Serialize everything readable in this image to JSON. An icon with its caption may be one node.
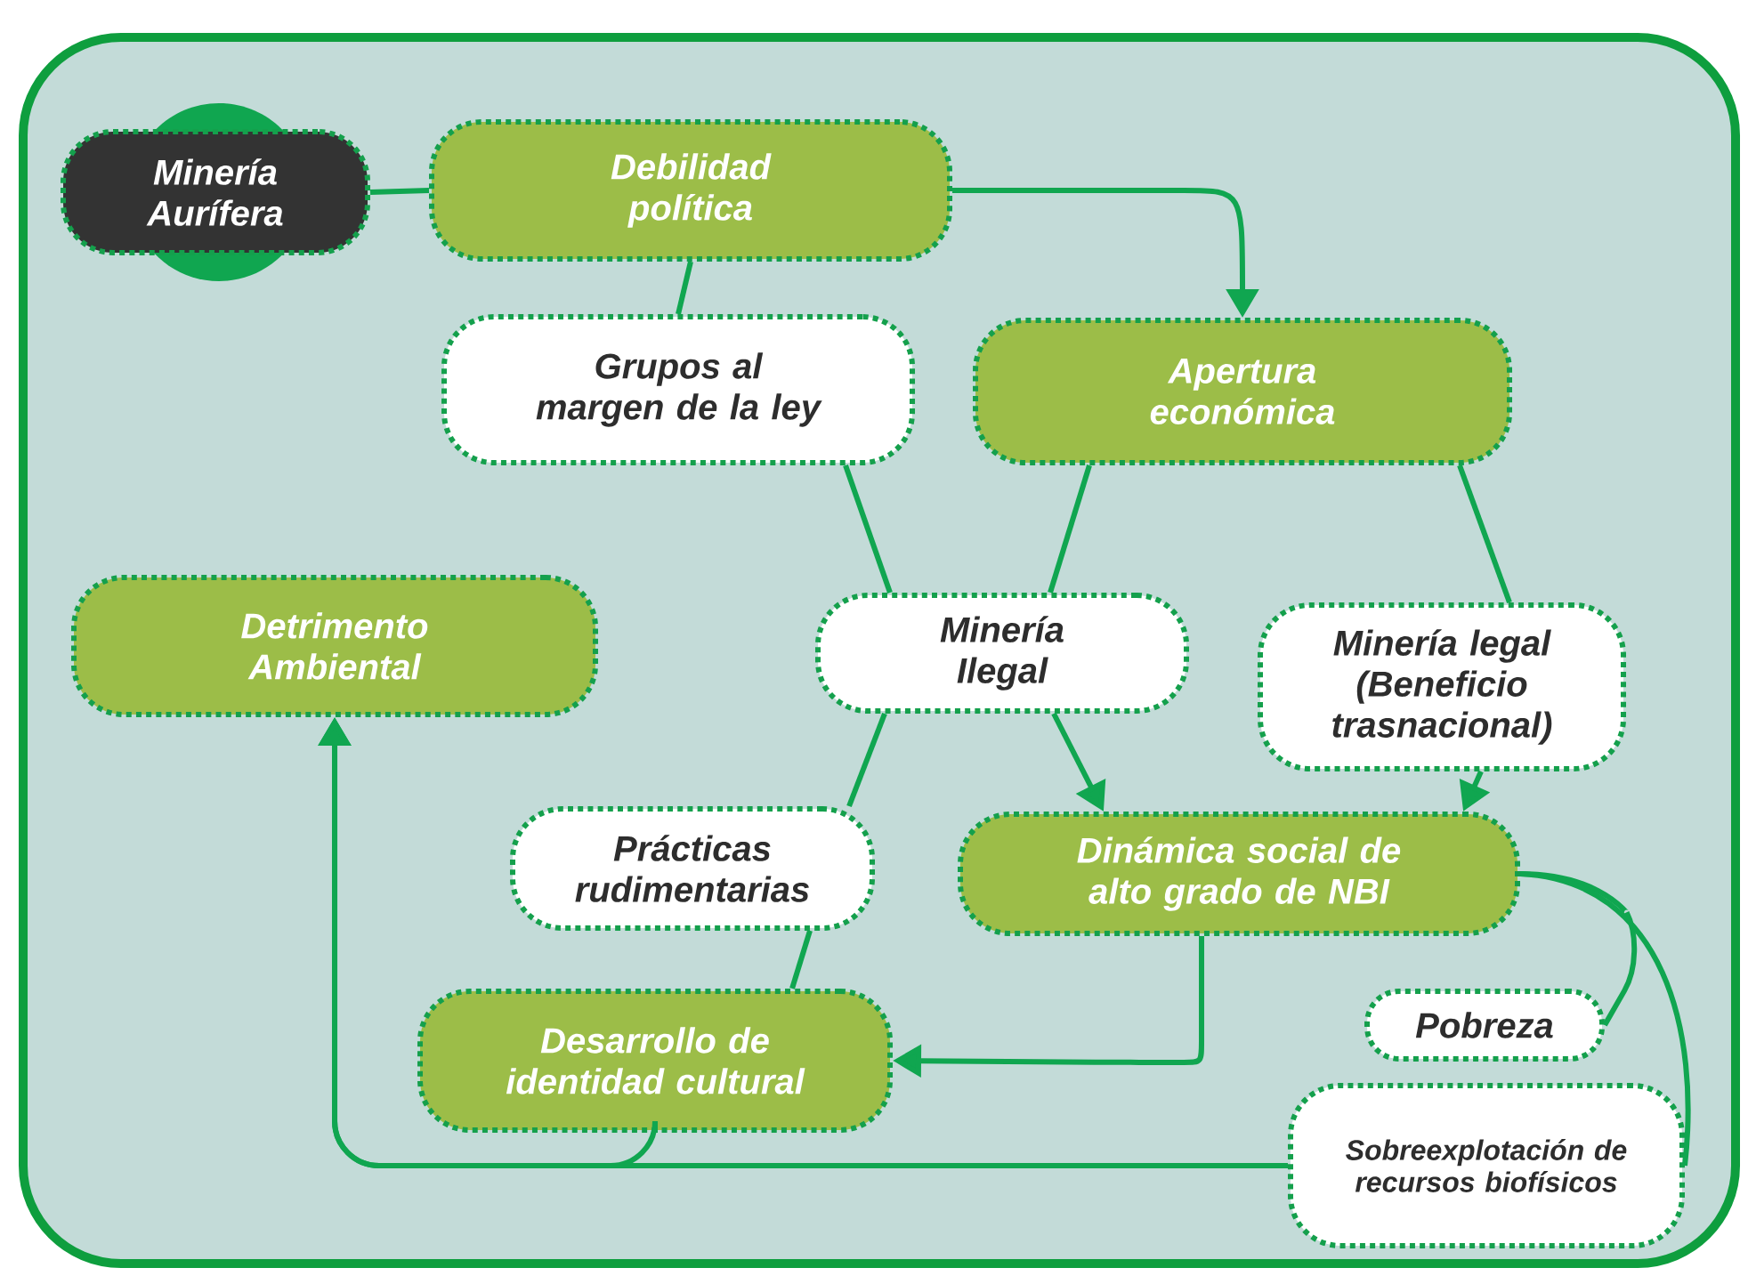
{
  "diagram": {
    "nodes": [
      {
        "text": [
          "Minería Aurífera"
        ]
      },
      {
        "text": [
          "Debilidad política"
        ]
      },
      {
        "text": [
          "Grupos al margen de la ley"
        ]
      },
      {
        "text": [
          "Apertura económica"
        ]
      },
      {
        "text": [
          "Detrimento Ambiental"
        ]
      },
      {
        "text": [
          "Minería Ilegal"
        ]
      },
      {
        "text": [
          "Minería legal (Beneficio trasnacional)"
        ]
      },
      {
        "text": [
          "Prácticas rudimentarias"
        ]
      },
      {
        "text": [
          "Dinámica social de alto grado de NBI"
        ]
      },
      {
        "text": [
          "Desarrollo de identidad cultural"
        ]
      },
      {
        "text": [
          "Pobreza"
        ]
      },
      {
        "text": [
          "Sobreexplotación de recursos biofísicos"
        ]
      }
    ],
    "edges": [
      {
        "from": 0,
        "to": 1,
        "arrow": "none"
      },
      {
        "from": 1,
        "to": 3,
        "arrow": "to"
      },
      {
        "from": 1,
        "to": 2,
        "arrow": "none"
      },
      {
        "from": 2,
        "to": 5,
        "arrow": "none"
      },
      {
        "from": 3,
        "to": 5,
        "arrow": "none"
      },
      {
        "from": 3,
        "to": 6,
        "arrow": "none"
      },
      {
        "from": 5,
        "to": 8,
        "arrow": "to"
      },
      {
        "from": 6,
        "to": 8,
        "arrow": "to"
      },
      {
        "from": 5,
        "to": 7,
        "arrow": "none"
      },
      {
        "from": 7,
        "to": 9,
        "arrow": "none"
      },
      {
        "from": 8,
        "to": 9,
        "arrow": "to"
      },
      {
        "from": 8,
        "to": 10,
        "arrow": "none"
      },
      {
        "from": 8,
        "to": 11,
        "arrow": "none"
      },
      {
        "from": 9,
        "to": 4,
        "arrow": "to"
      },
      {
        "from": 11,
        "to": 4,
        "arrow": "to"
      }
    ]
  }
}
